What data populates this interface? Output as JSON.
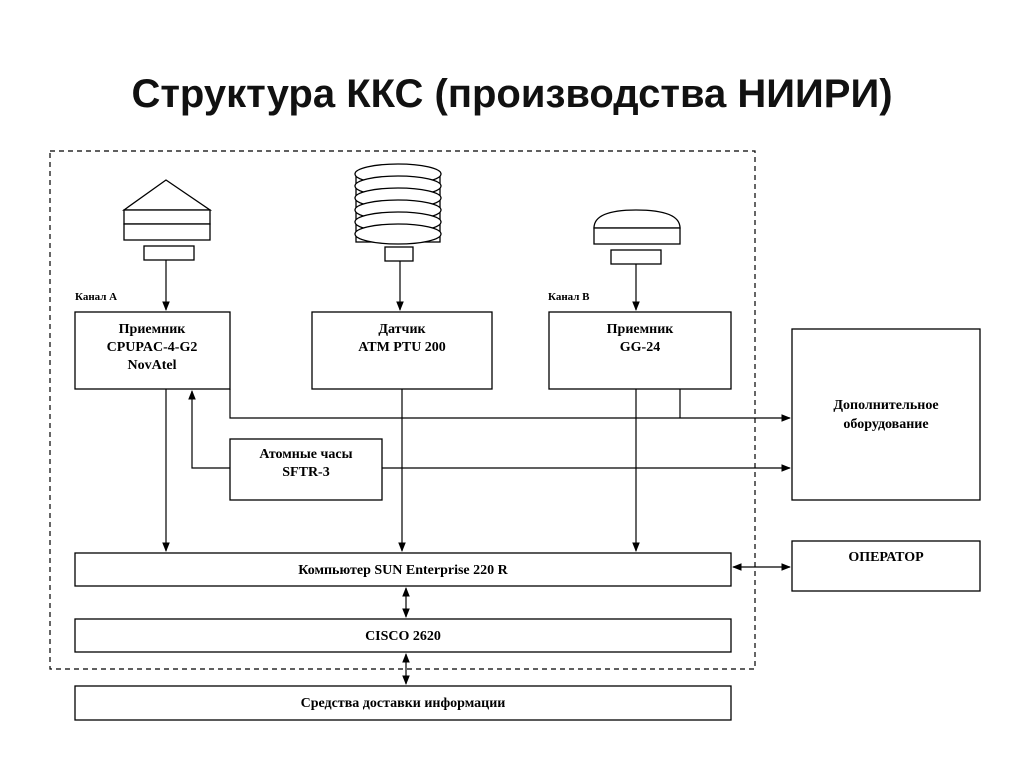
{
  "title": "Структура ККС (производства НИИРИ)",
  "channel_a": "Канал А",
  "channel_b": "Канал В",
  "receiver_a": {
    "line1": "Приемник",
    "line2": "CPUPAC-4-G2",
    "line3": "NovAtel"
  },
  "sensor": {
    "line1": "Датчик",
    "line2": "ATM PTU 200"
  },
  "receiver_b": {
    "line1": "Приемник",
    "line2": "GG-24"
  },
  "clock": {
    "line1": "Атомные часы",
    "line2": "SFTR-3"
  },
  "extra_equipment": {
    "line1": "Дополнительное",
    "line2": "оборудование"
  },
  "computer": "Компьютер SUN Enterprise 220 R",
  "cisco": "CISCO 2620",
  "operator": "ОПЕРАТОР",
  "delivery": "Средства доставки информации",
  "icons": [
    "antenna-a-icon",
    "sensor-icon",
    "antenna-b-icon"
  ]
}
